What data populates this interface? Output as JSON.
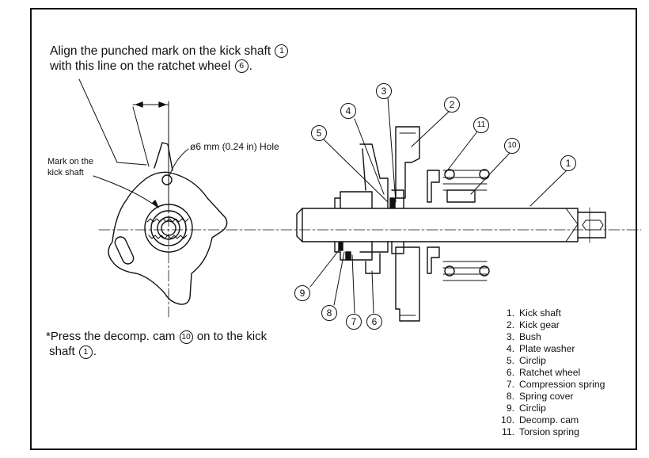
{
  "instructions": {
    "align_line1": "Align the punched mark on the kick shaft",
    "align_line2": "with this line on the ratchet wheel",
    "align_ref1": "1",
    "align_ref2": "6",
    "press_line1_a": "*Press the decomp. cam",
    "press_ref": "10",
    "press_line1_b": "on to the kick",
    "press_line2": "shaft",
    "press_ref2": "1"
  },
  "labels": {
    "hole": "ø6 mm (0.24 in) Hole",
    "mark_line1": "Mark on the",
    "mark_line2": "kick shaft"
  },
  "callouts": [
    "1",
    "2",
    "3",
    "4",
    "5",
    "6",
    "7",
    "8",
    "9",
    "10",
    "11"
  ],
  "legend": [
    {
      "num": "1.",
      "name": "Kick shaft"
    },
    {
      "num": "2.",
      "name": "Kick gear"
    },
    {
      "num": "3.",
      "name": "Bush"
    },
    {
      "num": "4.",
      "name": "Plate washer"
    },
    {
      "num": "5.",
      "name": "Circlip"
    },
    {
      "num": "6.",
      "name": "Ratchet wheel"
    },
    {
      "num": "7.",
      "name": "Compression spring"
    },
    {
      "num": "8.",
      "name": "Spring cover"
    },
    {
      "num": "9.",
      "name": "Circlip"
    },
    {
      "num": "10.",
      "name": "Decomp. cam"
    },
    {
      "num": "11.",
      "name": "Torsion spring"
    }
  ]
}
